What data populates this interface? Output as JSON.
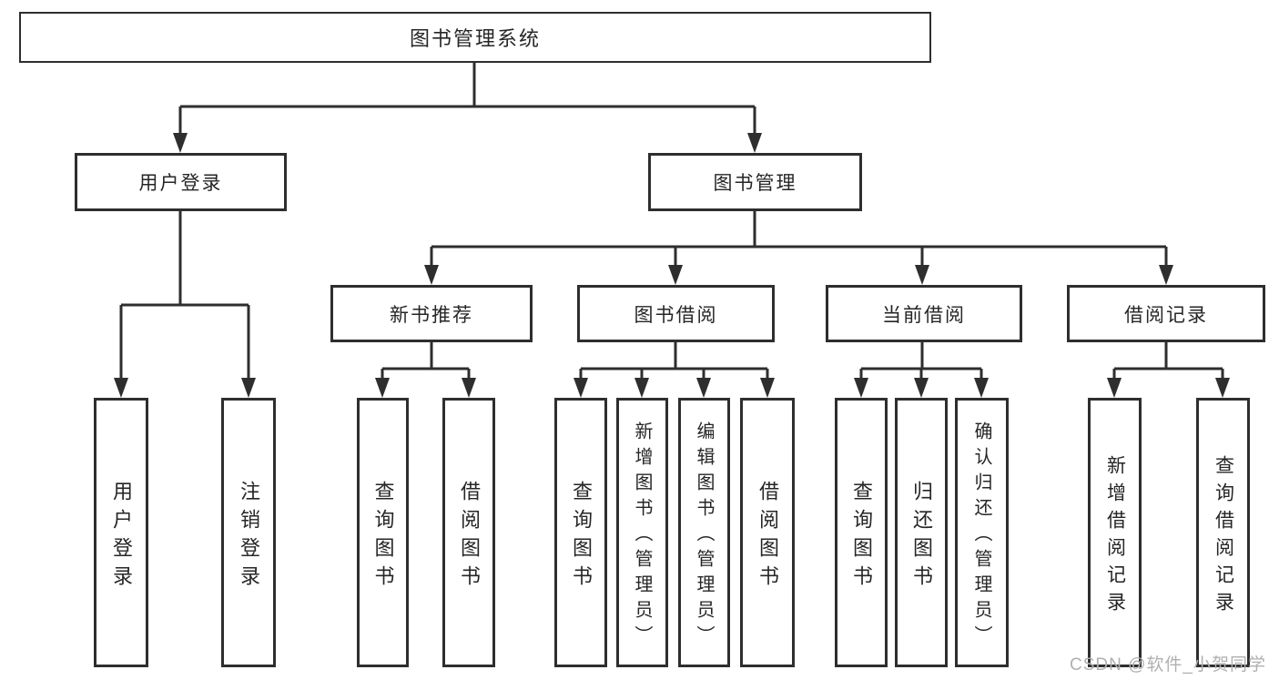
{
  "diagram": {
    "root": {
      "label": "图书管理系统"
    },
    "branches": [
      {
        "label": "用户登录",
        "children": [
          {
            "label": "用户登录"
          },
          {
            "label": "注销登录"
          }
        ]
      },
      {
        "label": "图书管理",
        "children": [
          {
            "label": "新书推荐",
            "children": [
              {
                "label": "查询图书"
              },
              {
                "label": "借阅图书"
              }
            ]
          },
          {
            "label": "图书借阅",
            "children": [
              {
                "label": "查询图书"
              },
              {
                "label": "新增图书（管理员）"
              },
              {
                "label": "编辑图书（管理员）"
              },
              {
                "label": "借阅图书"
              }
            ]
          },
          {
            "label": "当前借阅",
            "children": [
              {
                "label": "查询图书"
              },
              {
                "label": "归还图书"
              },
              {
                "label": "确认归还（管理员）"
              }
            ]
          },
          {
            "label": "借阅记录",
            "children": [
              {
                "label": "新增借阅记录"
              },
              {
                "label": "查询借阅记录"
              }
            ]
          }
        ]
      }
    ]
  },
  "watermark": "CSDN @软件_小贺同学",
  "colors": {
    "line": "#2e2e2e",
    "text": "#262626",
    "watermark": "#b0b0b0",
    "background": "#ffffff"
  }
}
